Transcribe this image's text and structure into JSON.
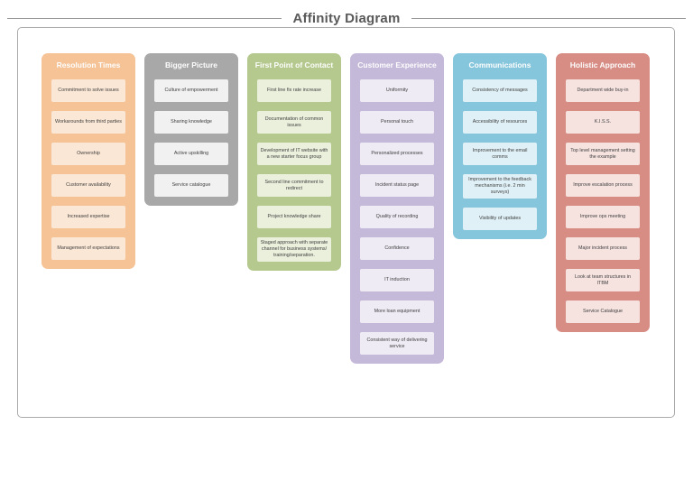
{
  "title": "Affinity Diagram",
  "theme": {
    "title_color": "#595959",
    "rule_color": "#999999",
    "board_border_color": "#ababab",
    "header_text_color": "#fdfdfd",
    "card_text_color": "#404040"
  },
  "columns": [
    {
      "id": "resolution-times",
      "label": "Resolution Times",
      "color": "#f5c396",
      "card_color": "#fbe7d5",
      "cards": [
        "Commitment to solve issues",
        "Workarounds from third parties",
        "Ownership",
        "Customer availability",
        "Increased expertise",
        "Management of expectations"
      ]
    },
    {
      "id": "bigger-picture",
      "label": "Bigger Picture",
      "color": "#a8a8a8",
      "card_color": "#f1f1f1",
      "cards": [
        "Culture of empowerment",
        "Sharing knowledge",
        "Active upskilling",
        "Service catalogue"
      ]
    },
    {
      "id": "first-point-of-contact",
      "label": "First Point of Contact",
      "color": "#b5c98e",
      "card_color": "#eaf0dc",
      "cards": [
        "First line fix rate increase",
        "Documentation of common issues",
        "Development of IT website with a new starter focus group",
        "Second line commitment to redirect",
        "Project knowledge share",
        "Staged approach with separate channel for business systems/ training/separation."
      ]
    },
    {
      "id": "customer-experience",
      "label": "Customer Experience",
      "color": "#c5b9da",
      "card_color": "#eeebf4",
      "cards": [
        "Uniformity",
        "Personal touch",
        "Personalized processes",
        "Incident status page",
        "Quality of recording",
        "Confidence",
        "IT induction",
        "More loan equipment",
        "Consistent way of delivering service"
      ]
    },
    {
      "id": "communications",
      "label": "Communications",
      "color": "#85c6dc",
      "card_color": "#dff0f6",
      "cards": [
        "Consistency of messages",
        "Accessibility of resources",
        "Improvement to the email comms",
        "Improvement to the feedback mechanisms (i.e. 2 min surveys)",
        "Visibility of updates"
      ]
    },
    {
      "id": "holistic-approach",
      "label": "Holistic Approach",
      "color": "#d78c84",
      "card_color": "#f6e3e0",
      "cards": [
        "Department wide buy-in",
        "K.I.S.S.",
        "Top level management setting the example",
        "Improve escalation process",
        "Improve ops meeting",
        "Major incident process",
        "Look at team structures in ITBM",
        "Service Catalogue"
      ]
    }
  ]
}
